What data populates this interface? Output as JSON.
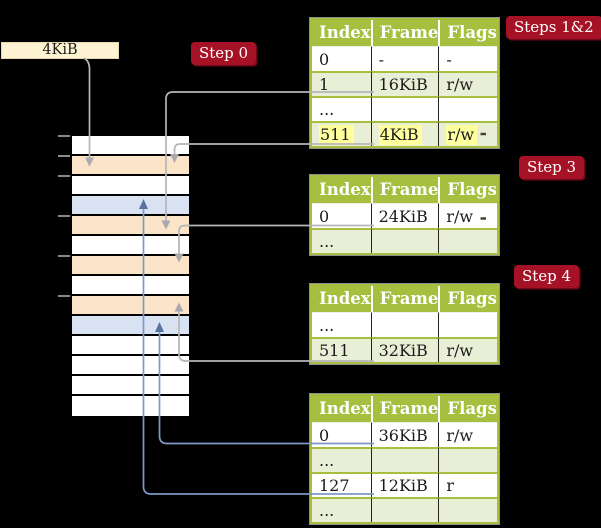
{
  "background_color": "#000000",
  "page_size_box": {
    "label": "4KiB"
  },
  "step_labels": [
    {
      "id": "step0",
      "text": "Step 0"
    },
    {
      "id": "steps12",
      "text": "Steps 1&2"
    },
    {
      "id": "step3",
      "text": "Step 3"
    },
    {
      "id": "step4",
      "text": "Step 4"
    }
  ],
  "tables": [
    {
      "id": "table1",
      "columns": [
        "Index",
        "Frame",
        "Flags"
      ],
      "rows": [
        {
          "cells": [
            "0",
            "-",
            "-"
          ],
          "highlighted": false
        },
        {
          "cells": [
            "1",
            "16KiB",
            "r/w"
          ],
          "highlighted": false
        },
        {
          "cells": [
            "...",
            "",
            ""
          ],
          "highlighted": false
        },
        {
          "cells": [
            "511",
            "4KiB",
            "r/w"
          ],
          "highlighted": true
        }
      ]
    },
    {
      "id": "table2",
      "columns": [
        "Index",
        "Frame",
        "Flags"
      ],
      "rows": [
        {
          "cells": [
            "0",
            "24KiB",
            "r/w"
          ],
          "highlighted": false
        },
        {
          "cells": [
            "...",
            "",
            ""
          ],
          "highlighted": false
        }
      ]
    },
    {
      "id": "table3",
      "columns": [
        "Index",
        "Frame",
        "Flags"
      ],
      "rows": [
        {
          "cells": [
            "...",
            "",
            ""
          ],
          "highlighted": false
        },
        {
          "cells": [
            "511",
            "32KiB",
            "r/w"
          ],
          "highlighted": false
        }
      ]
    },
    {
      "id": "table4",
      "columns": [
        "Index",
        "Frame",
        "Flags"
      ],
      "rows": [
        {
          "cells": [
            "0",
            "36KiB",
            "r/w"
          ],
          "highlighted": false
        },
        {
          "cells": [
            "...",
            "",
            ""
          ],
          "highlighted": false
        },
        {
          "cells": [
            "127",
            "12KiB",
            "r"
          ],
          "highlighted": false
        },
        {
          "cells": [
            "...",
            "",
            ""
          ],
          "highlighted": false
        }
      ]
    }
  ],
  "memory": {
    "rows": [
      "white",
      "orange",
      "white",
      "blue",
      "orange",
      "white",
      "orange",
      "white",
      "orange",
      "blue",
      "white",
      "white",
      "white",
      "white"
    ],
    "tick_count": 6
  },
  "connectors": [
    {
      "from": "page-size-box",
      "to": "memory-row-2",
      "style": "gray"
    },
    {
      "from": "table1 index 1 (16KiB)",
      "to": "memory-row-5",
      "style": "gray"
    },
    {
      "from": "table1 index 511 (4KiB)",
      "to": "memory-row-2",
      "style": "gray"
    },
    {
      "from": "table2 index 0 (24KiB)",
      "to": "memory-row-7",
      "style": "gray"
    },
    {
      "from": "table3 index 511 (32KiB)",
      "to": "memory-row-9",
      "style": "gray"
    },
    {
      "from": "table4 index 0 (36KiB)",
      "to": "memory-row-10",
      "style": "blue"
    },
    {
      "from": "table4 index 127 (12KiB)",
      "to": "memory-row-4",
      "style": "blue"
    }
  ],
  "colors": {
    "frame_white": "#ffffff",
    "frame_orange": "#fce4c8",
    "frame_blue": "#d8e2f3",
    "table_header_green": "#a6bf3e",
    "table_row_green": "#e9efd6",
    "highlight_yellow": "#ffff9e",
    "label_crimson": "#a51226",
    "box_cream": "#fdf2d2",
    "gray_connector": "#b6b6ba",
    "blue_connector": "#7e99c3"
  }
}
